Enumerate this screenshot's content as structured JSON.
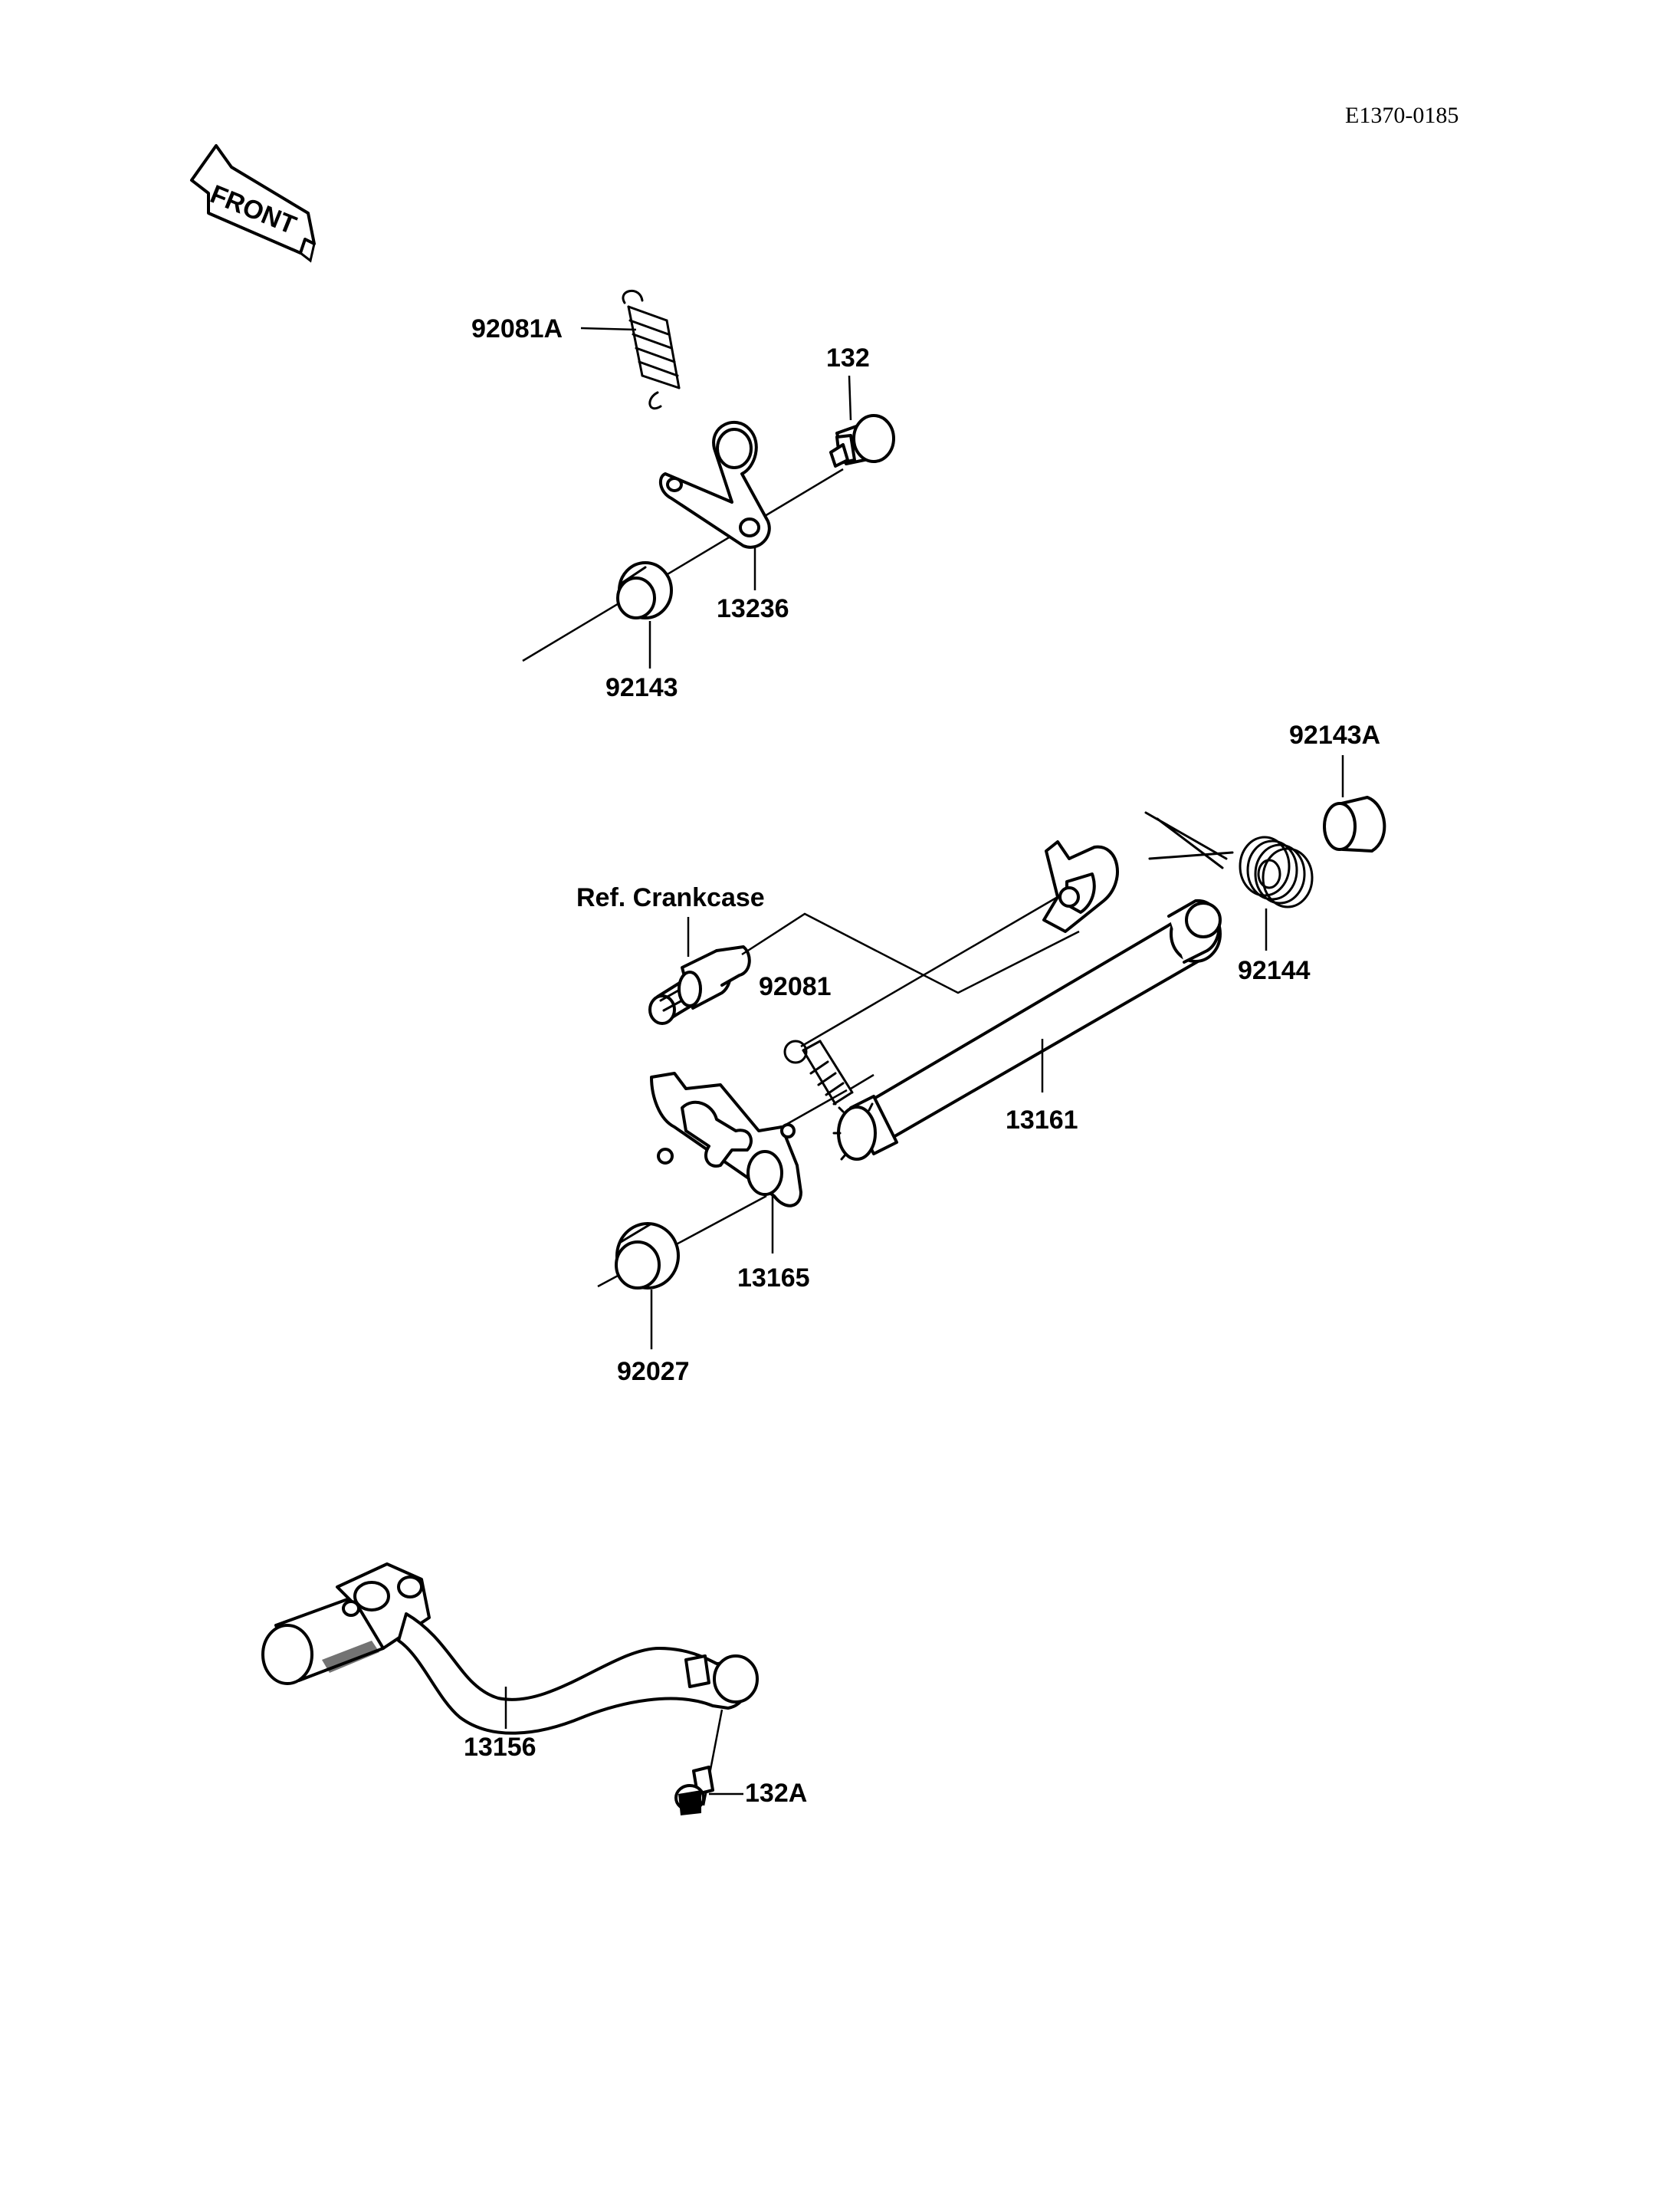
{
  "diagram_code": "E1370-0185",
  "front_label": "FRONT",
  "parts": {
    "p92081A": "92081A",
    "p132": "132",
    "p13236": "13236",
    "p92143": "92143",
    "p92143A": "92143A",
    "ref_crankcase": "Ref. Crankcase",
    "p92081": "92081",
    "p92144": "92144",
    "p13161": "13161",
    "p13165": "13165",
    "p92027": "92027",
    "p13156": "13156",
    "p132A": "132A"
  }
}
